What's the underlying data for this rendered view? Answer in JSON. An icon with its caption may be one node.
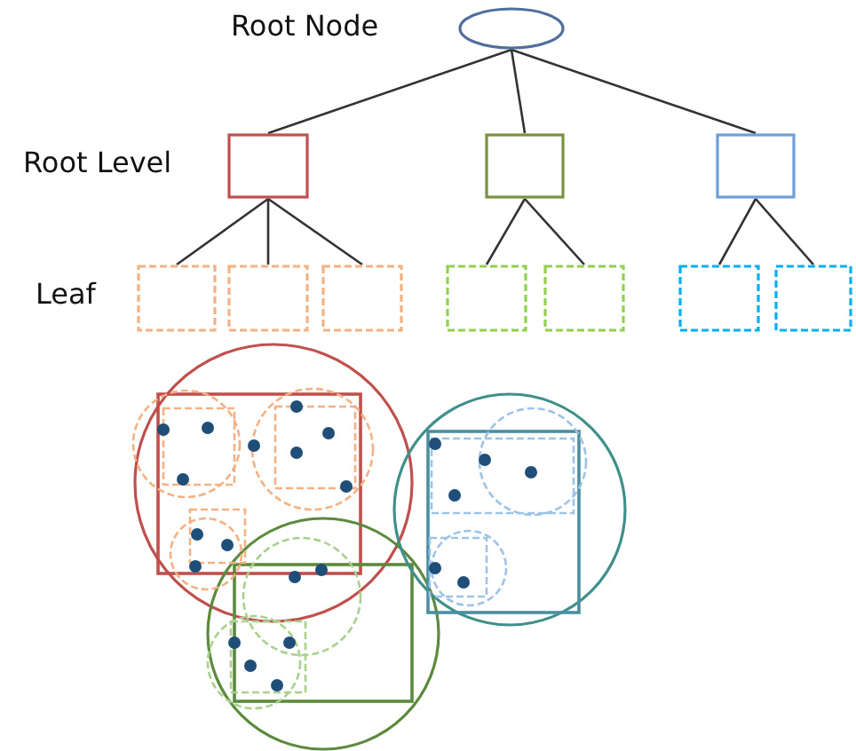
{
  "diagram": {
    "nodes": [
      {
        "text": [],
        "shape": "ellipse"
      },
      {
        "text": [],
        "shape": "box"
      },
      {
        "text": [],
        "shape": "box"
      },
      {
        "text": [],
        "shape": "box"
      },
      {
        "text": [],
        "shape": "box"
      },
      {
        "text": [],
        "shape": "box"
      },
      {
        "text": [],
        "shape": "box"
      },
      {
        "text": [],
        "shape": "box"
      },
      {
        "text": [],
        "shape": "box"
      },
      {
        "text": [],
        "shape": "box"
      },
      {
        "text": [],
        "shape": "box"
      }
    ],
    "edges": [
      {
        "from": 0,
        "to": 1,
        "arrow": "none"
      },
      {
        "from": 0,
        "to": 2,
        "arrow": "none"
      },
      {
        "from": 0,
        "to": 3,
        "arrow": "none"
      },
      {
        "from": 1,
        "to": 4,
        "arrow": "none"
      },
      {
        "from": 1,
        "to": 5,
        "arrow": "none"
      },
      {
        "from": 1,
        "to": 6,
        "arrow": "none"
      },
      {
        "from": 2,
        "to": 7,
        "arrow": "none"
      },
      {
        "from": 2,
        "to": 8,
        "arrow": "none"
      },
      {
        "from": 3,
        "to": 9,
        "arrow": "none"
      },
      {
        "from": 3,
        "to": 10,
        "arrow": "none"
      }
    ],
    "labels": [
      "Root Node",
      "Root Level",
      "Leaf"
    ]
  }
}
